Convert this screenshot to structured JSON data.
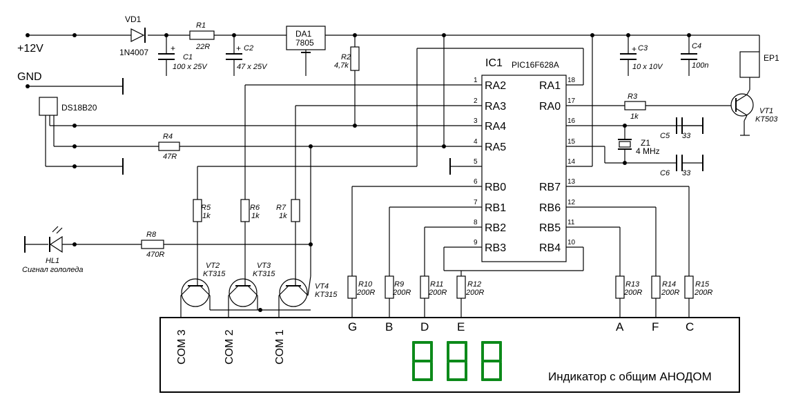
{
  "rails": {
    "plus12v": "+12V",
    "gnd": "GND"
  },
  "sensor": {
    "name": "DS18B20"
  },
  "vd1": {
    "ref": "VD1",
    "part": "1N4007"
  },
  "r1": {
    "ref": "R1",
    "value": "22R"
  },
  "c1": {
    "ref": "C1",
    "value": "100 x 25V",
    "plus": "+"
  },
  "c2": {
    "ref": "C2",
    "value": "47 x 25V",
    "plus": "+"
  },
  "da1": {
    "ref": "DA1",
    "part": "7805"
  },
  "r2": {
    "ref": "R2",
    "value": "4,7k"
  },
  "c3": {
    "ref": "C3",
    "value": "10 x 10V",
    "plus": "+"
  },
  "c4": {
    "ref": "C4",
    "value": "100n"
  },
  "ep1": {
    "ref": "EP1"
  },
  "ic1": {
    "ref": "IC1",
    "part": "PIC16F628A",
    "left_pins": [
      {
        "num": "1",
        "name": "RA2"
      },
      {
        "num": "2",
        "name": "RA3"
      },
      {
        "num": "3",
        "name": "RA4"
      },
      {
        "num": "4",
        "name": "RA5"
      },
      {
        "num": "5",
        "name": ""
      },
      {
        "num": "6",
        "name": "RB0"
      },
      {
        "num": "7",
        "name": "RB1"
      },
      {
        "num": "8",
        "name": "RB2"
      },
      {
        "num": "9",
        "name": "RB3"
      }
    ],
    "right_pins": [
      {
        "num": "18",
        "name": "RA1"
      },
      {
        "num": "17",
        "name": "RA0"
      },
      {
        "num": "16",
        "name": ""
      },
      {
        "num": "15",
        "name": ""
      },
      {
        "num": "14",
        "name": ""
      },
      {
        "num": "13",
        "name": "RB7"
      },
      {
        "num": "12",
        "name": "RB6"
      },
      {
        "num": "11",
        "name": "RB5"
      },
      {
        "num": "10",
        "name": "RB4"
      }
    ]
  },
  "r3": {
    "ref": "R3",
    "value": "1k"
  },
  "vt1": {
    "ref": "VT1",
    "part": "KT503"
  },
  "c5": {
    "ref": "C5",
    "value": "33"
  },
  "c6": {
    "ref": "C6",
    "value": "33"
  },
  "z1": {
    "ref": "Z1",
    "value": "4 MHz"
  },
  "r4": {
    "ref": "R4",
    "value": "47R"
  },
  "r5": {
    "ref": "R5",
    "value": "1k"
  },
  "r6": {
    "ref": "R6",
    "value": "1k"
  },
  "r7": {
    "ref": "R7",
    "value": "1k"
  },
  "r8": {
    "ref": "R8",
    "value": "470R"
  },
  "hl1": {
    "ref": "HL1",
    "desc": "Сигнал гололеда"
  },
  "vt2": {
    "ref": "VT2",
    "part": "KT315"
  },
  "vt3": {
    "ref": "VT3",
    "part": "KT315"
  },
  "vt4": {
    "ref": "VT4",
    "part": "KT315"
  },
  "seg_resistors": [
    {
      "ref": "R10",
      "value": "200R",
      "seg": "G"
    },
    {
      "ref": "R9",
      "value": "200R",
      "seg": "B"
    },
    {
      "ref": "R11",
      "value": "200R",
      "seg": "D"
    },
    {
      "ref": "R12",
      "value": "200R",
      "seg": "E"
    },
    {
      "ref": "R13",
      "value": "200R",
      "seg": "A"
    },
    {
      "ref": "R14",
      "value": "200R",
      "seg": "F"
    },
    {
      "ref": "R15",
      "value": "200R",
      "seg": "C"
    }
  ],
  "display": {
    "commons": [
      "COM 3",
      "COM 2",
      "COM 1"
    ],
    "digits": "888",
    "title": "Индикатор с общим АНОДОМ",
    "digit_color": "#0c8a1a"
  }
}
